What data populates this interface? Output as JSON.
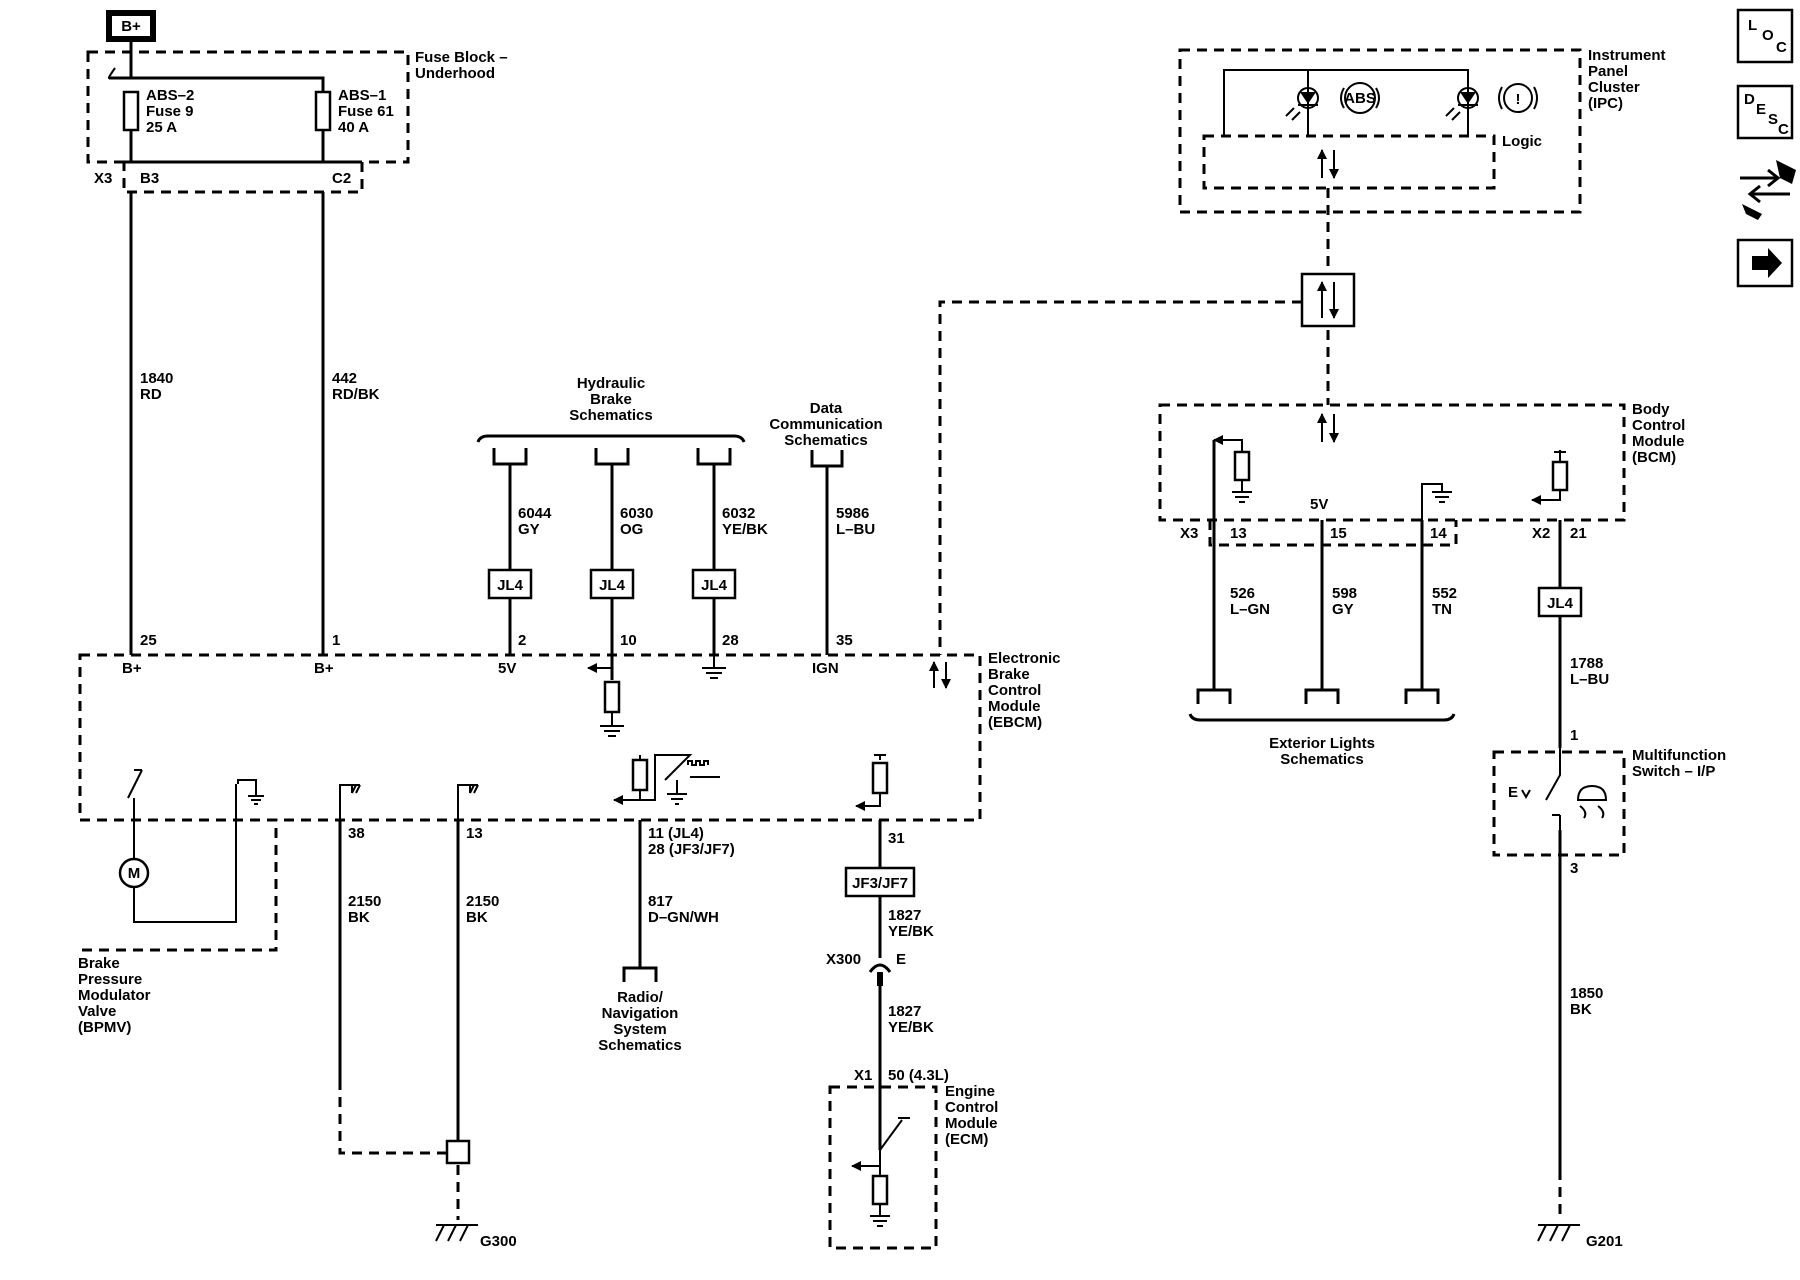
{
  "power": {
    "bplus": "B+"
  },
  "fuse_block": {
    "title_1": "Fuse Block –",
    "title_2": "Underhood",
    "abs2_1": "ABS–2",
    "abs2_2": "Fuse 9",
    "abs2_3": "25 A",
    "abs1_1": "ABS–1",
    "abs1_2": "Fuse 61",
    "abs1_3": "40 A",
    "conn": "X3",
    "pin_b3": "B3",
    "pin_c2": "C2"
  },
  "ipc": {
    "title_1": "Instrument",
    "title_2": "Panel",
    "title_3": "Cluster",
    "title_4": "(IPC)",
    "logic": "Logic",
    "abs_lamp": "ABS",
    "brake_lamp": "!"
  },
  "bcm": {
    "title_1": "Body",
    "title_2": "Control",
    "title_3": "Module",
    "title_4": "(BCM)",
    "v5": "5V",
    "x3": "X3",
    "p13": "13",
    "p15": "15",
    "p14": "14",
    "x2": "X2",
    "p21": "21"
  },
  "wires": {
    "w1840_num": "1840",
    "w1840_col": "RD",
    "w442_num": "442",
    "w442_col": "RD/BK",
    "w6044_num": "6044",
    "w6044_col": "GY",
    "w6030_num": "6030",
    "w6030_col": "OG",
    "w6032_num": "6032",
    "w6032_col": "YE/BK",
    "w5986_num": "5986",
    "w5986_col": "L–BU",
    "w526_num": "526",
    "w526_col": "L–GN",
    "w598_num": "598",
    "w598_col": "GY",
    "w552_num": "552",
    "w552_col": "TN",
    "w1788_num": "1788",
    "w1788_col": "L–BU",
    "w2150a_num": "2150",
    "w2150a_col": "BK",
    "w2150b_num": "2150",
    "w2150b_col": "BK",
    "w817_num": "817",
    "w817_col": "D–GN/WH",
    "w1827a_num": "1827",
    "w1827a_col": "YE/BK",
    "w1827b_num": "1827",
    "w1827b_col": "YE/BK",
    "w1850_num": "1850",
    "w1850_col": "BK"
  },
  "splices": {
    "jl4": "JL4",
    "jf3jf7": "JF3/JF7"
  },
  "refs": {
    "hydraulic_1": "Hydraulic",
    "hydraulic_2": "Brake",
    "hydraulic_3": "Schematics",
    "datacomm_1": "Data",
    "datacomm_2": "Communication",
    "datacomm_3": "Schematics",
    "extlights_1": "Exterior Lights",
    "extlights_2": "Schematics",
    "radio_1": "Radio/",
    "radio_2": "Navigation",
    "radio_3": "System",
    "radio_4": "Schematics"
  },
  "ebcm": {
    "title_1": "Electronic",
    "title_2": "Brake",
    "title_3": "Control",
    "title_4": "Module",
    "title_5": "(EBCM)",
    "p25": "25",
    "p1": "1",
    "p2": "2",
    "p10": "10",
    "p28": "28",
    "p35": "35",
    "l_bplus_1": "B+",
    "l_bplus_2": "B+",
    "l_5v": "5V",
    "l_ign": "IGN",
    "p38": "38",
    "p13": "13",
    "p11": "11 (JL4)",
    "p28b": "28 (JF3/JF7)",
    "p31": "31"
  },
  "bpmv": {
    "t1": "Brake",
    "t2": "Pressure",
    "t3": "Modulator",
    "t4": "Valve",
    "t5": "(BPMV)",
    "motor": "M"
  },
  "ecm": {
    "t1": "Engine",
    "t2": "Control",
    "t3": "Module",
    "t4": "(ECM)",
    "x1": "X1",
    "pin": "50 (4.3L)"
  },
  "x300": {
    "conn": "X300",
    "pin": "E"
  },
  "mfs": {
    "t1": "Multifunction",
    "t2": "Switch – I/P",
    "p1": "1",
    "p3": "3"
  },
  "grounds": {
    "g300": "G300",
    "g201": "G201"
  },
  "nav": {
    "loc_1": "L",
    "loc_2": "O",
    "loc_3": "C",
    "desc_1": "D",
    "desc_2": "E",
    "desc_3": "S",
    "desc_4": "C"
  }
}
